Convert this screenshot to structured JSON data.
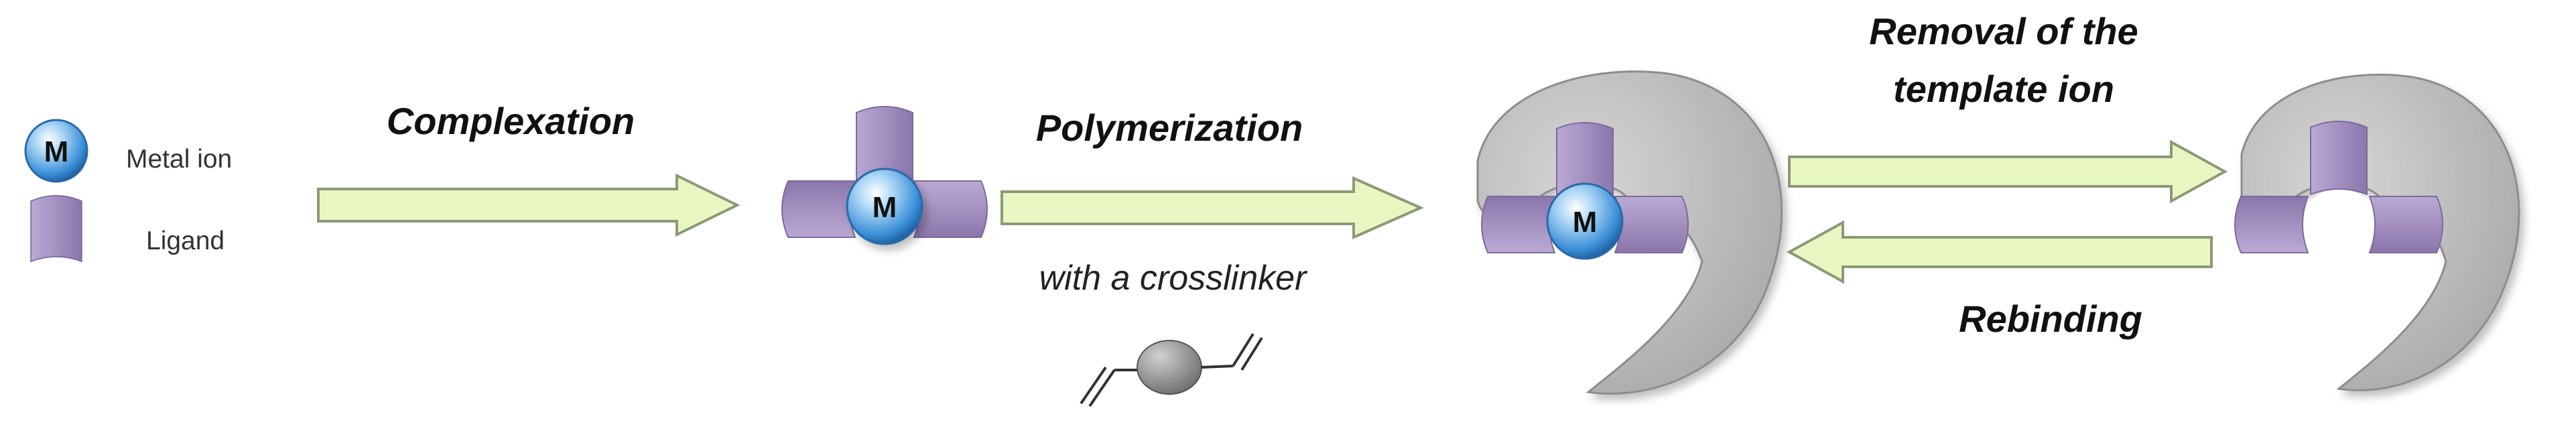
{
  "legend": {
    "metal_symbol": "M",
    "metal_label": "Metal ion",
    "ligand_label": "Ligand"
  },
  "steps": {
    "complexation": "Complexation",
    "polymerization": "Polymerization",
    "crosslinker_note": "with a crosslinker",
    "removal_line1": "Removal of the",
    "removal_line2": "template ion",
    "rebinding": "Rebinding"
  },
  "complex": {
    "metal_symbol": "M"
  },
  "imprinted_polymer": {
    "metal_symbol": "M"
  },
  "colors": {
    "arrow_fill": "#e8f7c2",
    "arrow_stroke": "#8a9a76",
    "ligand": "#a796c2",
    "polymer": "#bdbdbd",
    "metal": "#3a8ed8",
    "crosslinker": "#8f8f8f"
  },
  "icons": {
    "metal": "metal-ion-sphere-icon",
    "ligand": "ligand-block-icon",
    "crosslinker": "crosslinker-molecule-icon"
  }
}
